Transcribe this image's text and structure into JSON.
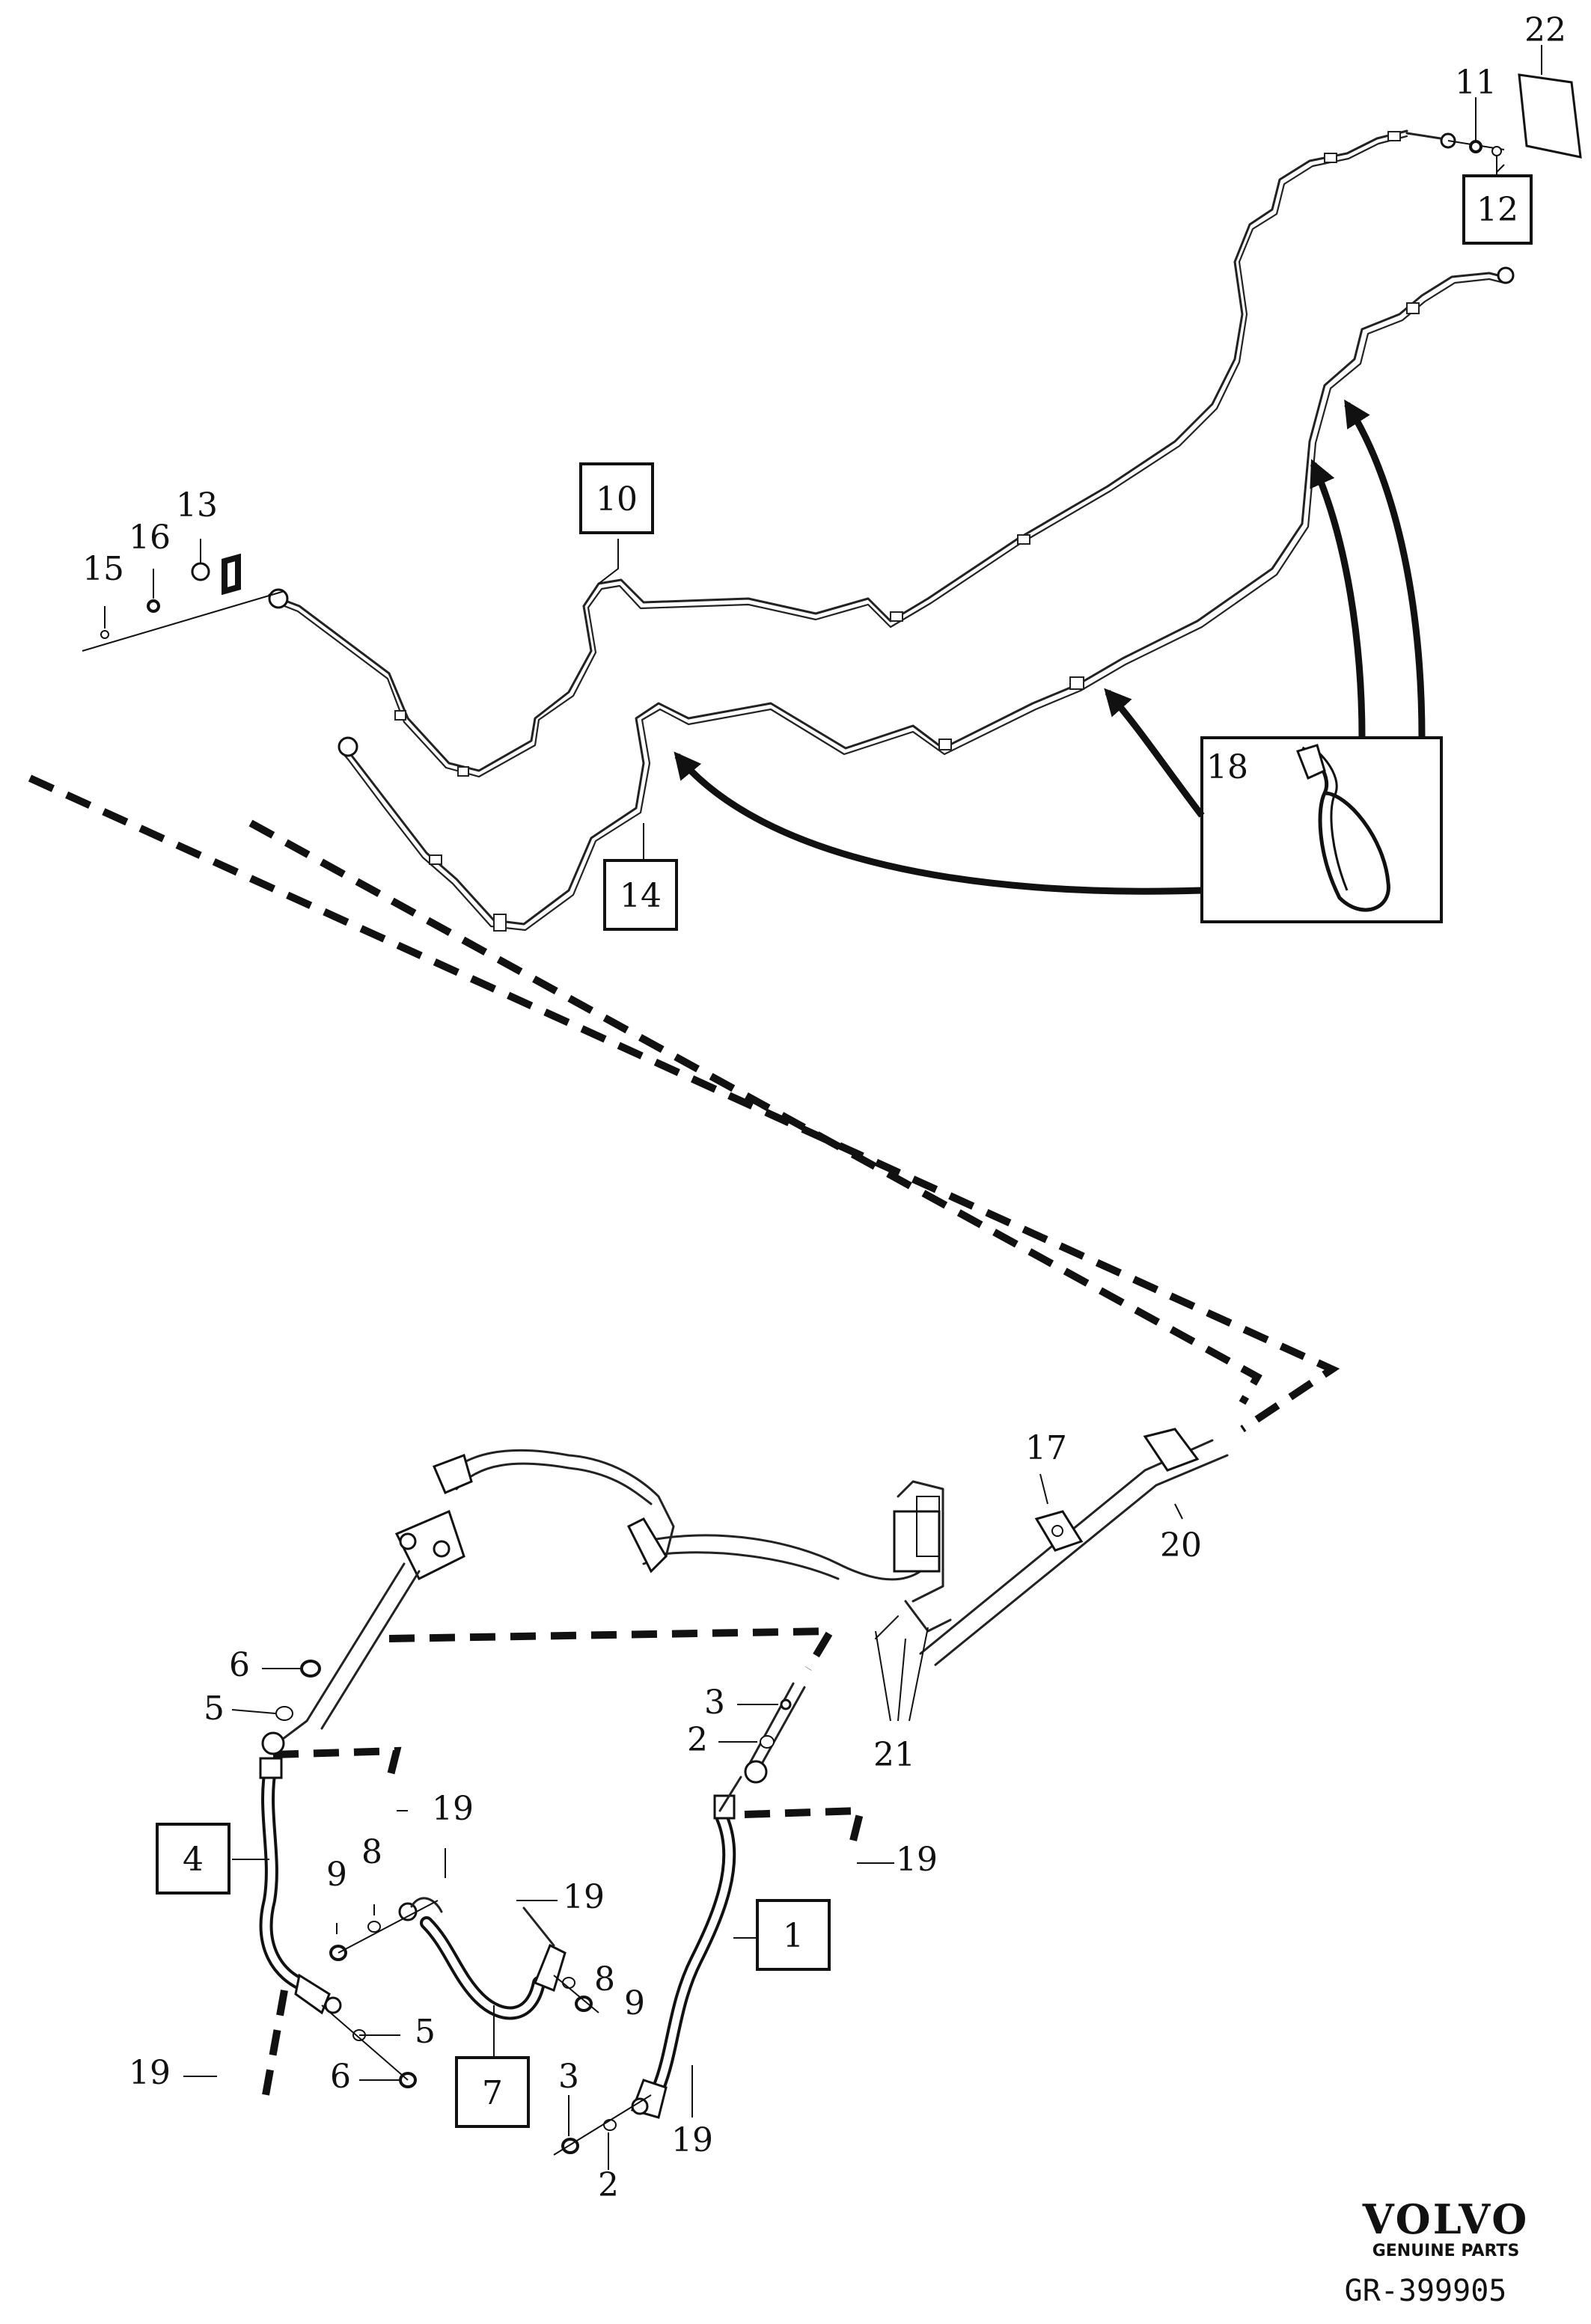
{
  "callouts": {
    "c1": "1",
    "c2a": "2",
    "c2b": "2",
    "c3a": "3",
    "c3b": "3",
    "c4": "4",
    "c5a": "5",
    "c5b": "5",
    "c6a": "6",
    "c6b": "6",
    "c7": "7",
    "c8a": "8",
    "c8b": "8",
    "c9a": "9",
    "c9b": "9",
    "c10": "10",
    "c11": "11",
    "c12": "12",
    "c13": "13",
    "c14": "14",
    "c15": "15",
    "c16": "16",
    "c17": "17",
    "c18": "18",
    "c19a": "19",
    "c19b": "19",
    "c19c": "19",
    "c19d": "19",
    "c19e": "19",
    "c20": "20",
    "c21": "21",
    "c22": "22"
  },
  "brand": {
    "name": "VOLVO",
    "tagline": "GENUINE PARTS",
    "diagram_code": "GR-399905"
  }
}
